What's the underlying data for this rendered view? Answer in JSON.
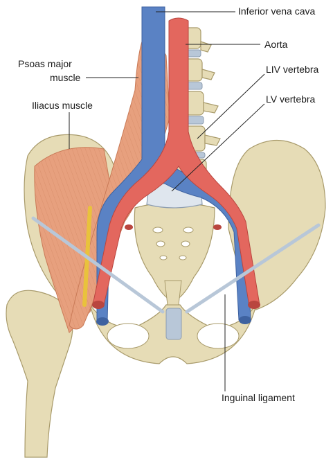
{
  "labels": {
    "ivc": "Inferior vena cava",
    "aorta": "Aorta",
    "psoas_line1": "Psoas major",
    "psoas_line2": "muscle",
    "iliacus": "Iliacus muscle",
    "liv": "LIV vertebra",
    "lv": "LV vertebra",
    "inguinal": "Inguinal ligament"
  },
  "colors": {
    "bone": "#e6dcb6",
    "bone_shadow": "#c9bc8e",
    "muscle": "#e7a07e",
    "muscle_dark": "#c97a57",
    "vein": "#5a82c4",
    "artery": "#e3675e",
    "ligament": "#b8c7d8",
    "nerve": "#e9c23c",
    "leader": "#222222"
  }
}
